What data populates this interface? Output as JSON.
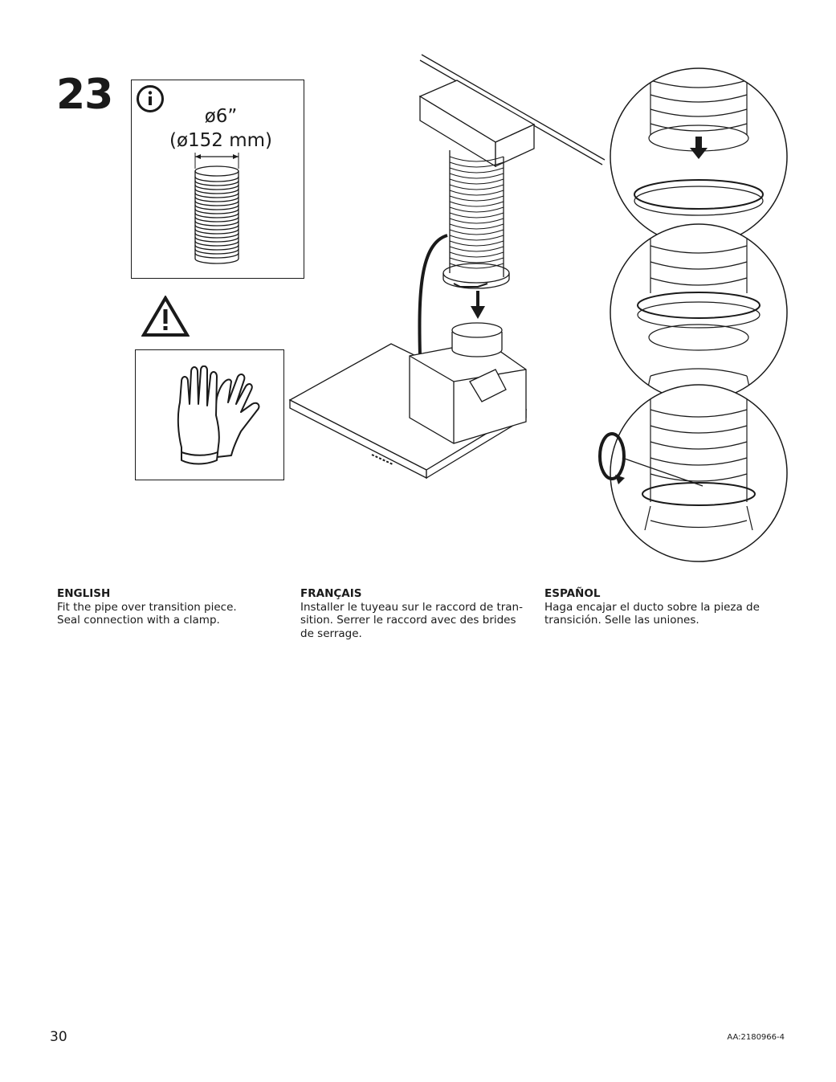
{
  "step": {
    "number": "23"
  },
  "info": {
    "icon": "info-icon",
    "diameter_imperial": "ø6”",
    "diameter_metric": "(ø152 mm)"
  },
  "warning": {
    "icon": "warning-triangle-icon",
    "gloves_icon": "gloves-icon"
  },
  "instructions": {
    "english": {
      "heading": "ENGLISH",
      "text": "Fit the pipe over transition piece. Seal connection with a clamp."
    },
    "french": {
      "heading": "FRANÇAIS",
      "text": "Installer le tuyeau sur le raccord de tran-sition. Serrer le raccord avec des brides de serrage."
    },
    "spanish": {
      "heading": "ESPAÑOL",
      "text": "Haga encajar el ducto sobre la pieza de transición. Selle las uniones."
    }
  },
  "footer": {
    "page": "30",
    "doc_ref": "AA:2180966-4"
  }
}
